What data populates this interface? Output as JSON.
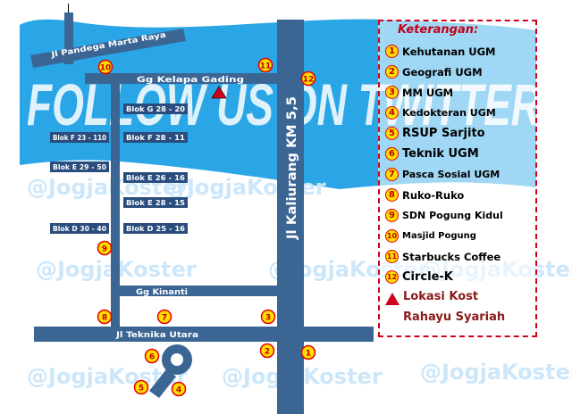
{
  "colors": {
    "road": "#3b6593",
    "block_label_bg": "#2a4d7e",
    "marker_fill": "#ffdd00",
    "marker_stroke": "#e60000",
    "marker_text": "#c00000",
    "legend_border": "#d0021b",
    "kost_marker": "#d0021b",
    "banner": "#2aa6e6",
    "watermark": "#cce6fa"
  },
  "banner": {
    "text": "FOLLOW US ON TWITTER"
  },
  "watermark": {
    "text": "@JogjaKoster"
  },
  "roads": {
    "pandega": "Jl Pandega Marta Raya",
    "kelapa_gading": "Gg Kelapa Gading",
    "kaliurang": "Jl Kaliurang KM 5,5",
    "kinanti": "Gg Kinanti",
    "teknika": "Jl Teknika Utara"
  },
  "blocks": [
    "Blok G 28 - 20",
    "Blok F 23 - 110",
    "Blok F 28 - 11",
    "Blok E 29 - 50",
    "Blok E 26 - 16",
    "Blok E 28 - 15",
    "Blok D 30 - 40",
    "Blok D 25 - 16"
  ],
  "map_markers": [
    "10",
    "11",
    "12",
    "9",
    "8",
    "7",
    "3",
    "2",
    "1",
    "6",
    "5",
    "4"
  ],
  "legend": {
    "title": "Keterangan:",
    "items": [
      {
        "num": "1",
        "label": "Kehutanan UGM"
      },
      {
        "num": "2",
        "label": "Geografi UGM"
      },
      {
        "num": "3",
        "label": "MM UGM"
      },
      {
        "num": "4",
        "label": "Kedokteran UGM"
      },
      {
        "num": "5",
        "label": "RSUP Sarjito"
      },
      {
        "num": "6",
        "label": "Teknik UGM"
      },
      {
        "num": "7",
        "label": "Pasca Sosial UGM"
      },
      {
        "num": "8",
        "label": "Ruko-Ruko"
      },
      {
        "num": "9",
        "label": "SDN Pogung Kidul"
      },
      {
        "num": "10",
        "label": "Masjid Pogung"
      },
      {
        "num": "11",
        "label": "Starbucks Coffee"
      },
      {
        "num": "12",
        "label": "Circle-K"
      }
    ],
    "kost_label_1": "Lokasi Kost",
    "kost_label_2": "Rahayu Syariah"
  }
}
